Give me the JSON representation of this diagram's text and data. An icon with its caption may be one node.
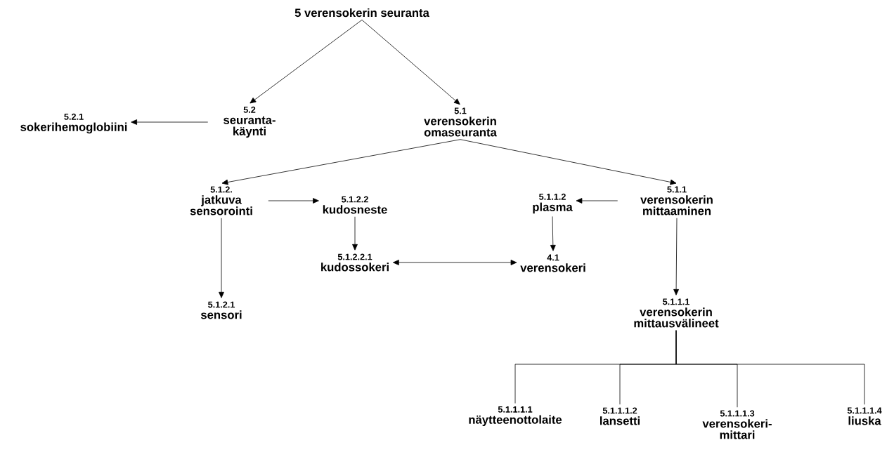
{
  "diagram": {
    "nodes": [
      {
        "text": [
          "5 verensokerin seuranta"
        ]
      },
      {
        "text": [
          "5.2",
          "seuranta- käynti"
        ]
      },
      {
        "text": [
          "5.1",
          "verensokerin omaseuranta"
        ]
      },
      {
        "text": [
          "5.2.1",
          "sokerihemoglobiini"
        ]
      },
      {
        "text": [
          "5.1.2.",
          "jatkuva sensorointi"
        ]
      },
      {
        "text": [
          "5.1.2.2",
          "kudosneste"
        ]
      },
      {
        "text": [
          "5.1.1.2",
          "plasma"
        ]
      },
      {
        "text": [
          "5.1.1",
          "verensokerin mittaaminen"
        ]
      },
      {
        "text": [
          "5.1.2.1",
          "sensori"
        ]
      },
      {
        "text": [
          "5.1.2.2.1",
          "kudossokeri"
        ]
      },
      {
        "text": [
          "4.1",
          "verensokeri"
        ]
      },
      {
        "text": [
          "5.1.1.1",
          "verensokerin mittausvälineet"
        ]
      },
      {
        "text": [
          "5.1.1.1.1",
          "näytteenottolaite"
        ]
      },
      {
        "text": [
          "5.1.1.1.2",
          "lansetti"
        ]
      },
      {
        "text": [
          "5.1.1.1.3",
          "verensokeri- mittari"
        ]
      },
      {
        "text": [
          "5.1.1.1.4",
          "liuska"
        ]
      }
    ],
    "edges": [
      {
        "from": 0,
        "to": 1,
        "arrow": "to"
      },
      {
        "from": 0,
        "to": 2,
        "arrow": "to"
      },
      {
        "from": 1,
        "to": 3,
        "arrow": "to"
      },
      {
        "from": 2,
        "to": 4,
        "arrow": "to"
      },
      {
        "from": 2,
        "to": 7,
        "arrow": "to"
      },
      {
        "from": 4,
        "to": 5,
        "arrow": "to"
      },
      {
        "from": 4,
        "to": 8,
        "arrow": "to"
      },
      {
        "from": 5,
        "to": 9,
        "arrow": "to"
      },
      {
        "from": 7,
        "to": 6,
        "arrow": "to"
      },
      {
        "from": 6,
        "to": 10,
        "arrow": "to"
      },
      {
        "from": 9,
        "to": 10,
        "arrow": "both"
      },
      {
        "from": 7,
        "to": 11,
        "arrow": "to"
      },
      {
        "from": 11,
        "to": 12,
        "arrow": "none"
      },
      {
        "from": 11,
        "to": 13,
        "arrow": "none"
      },
      {
        "from": 11,
        "to": 14,
        "arrow": "none"
      },
      {
        "from": 11,
        "to": 15,
        "arrow": "none"
      }
    ]
  }
}
